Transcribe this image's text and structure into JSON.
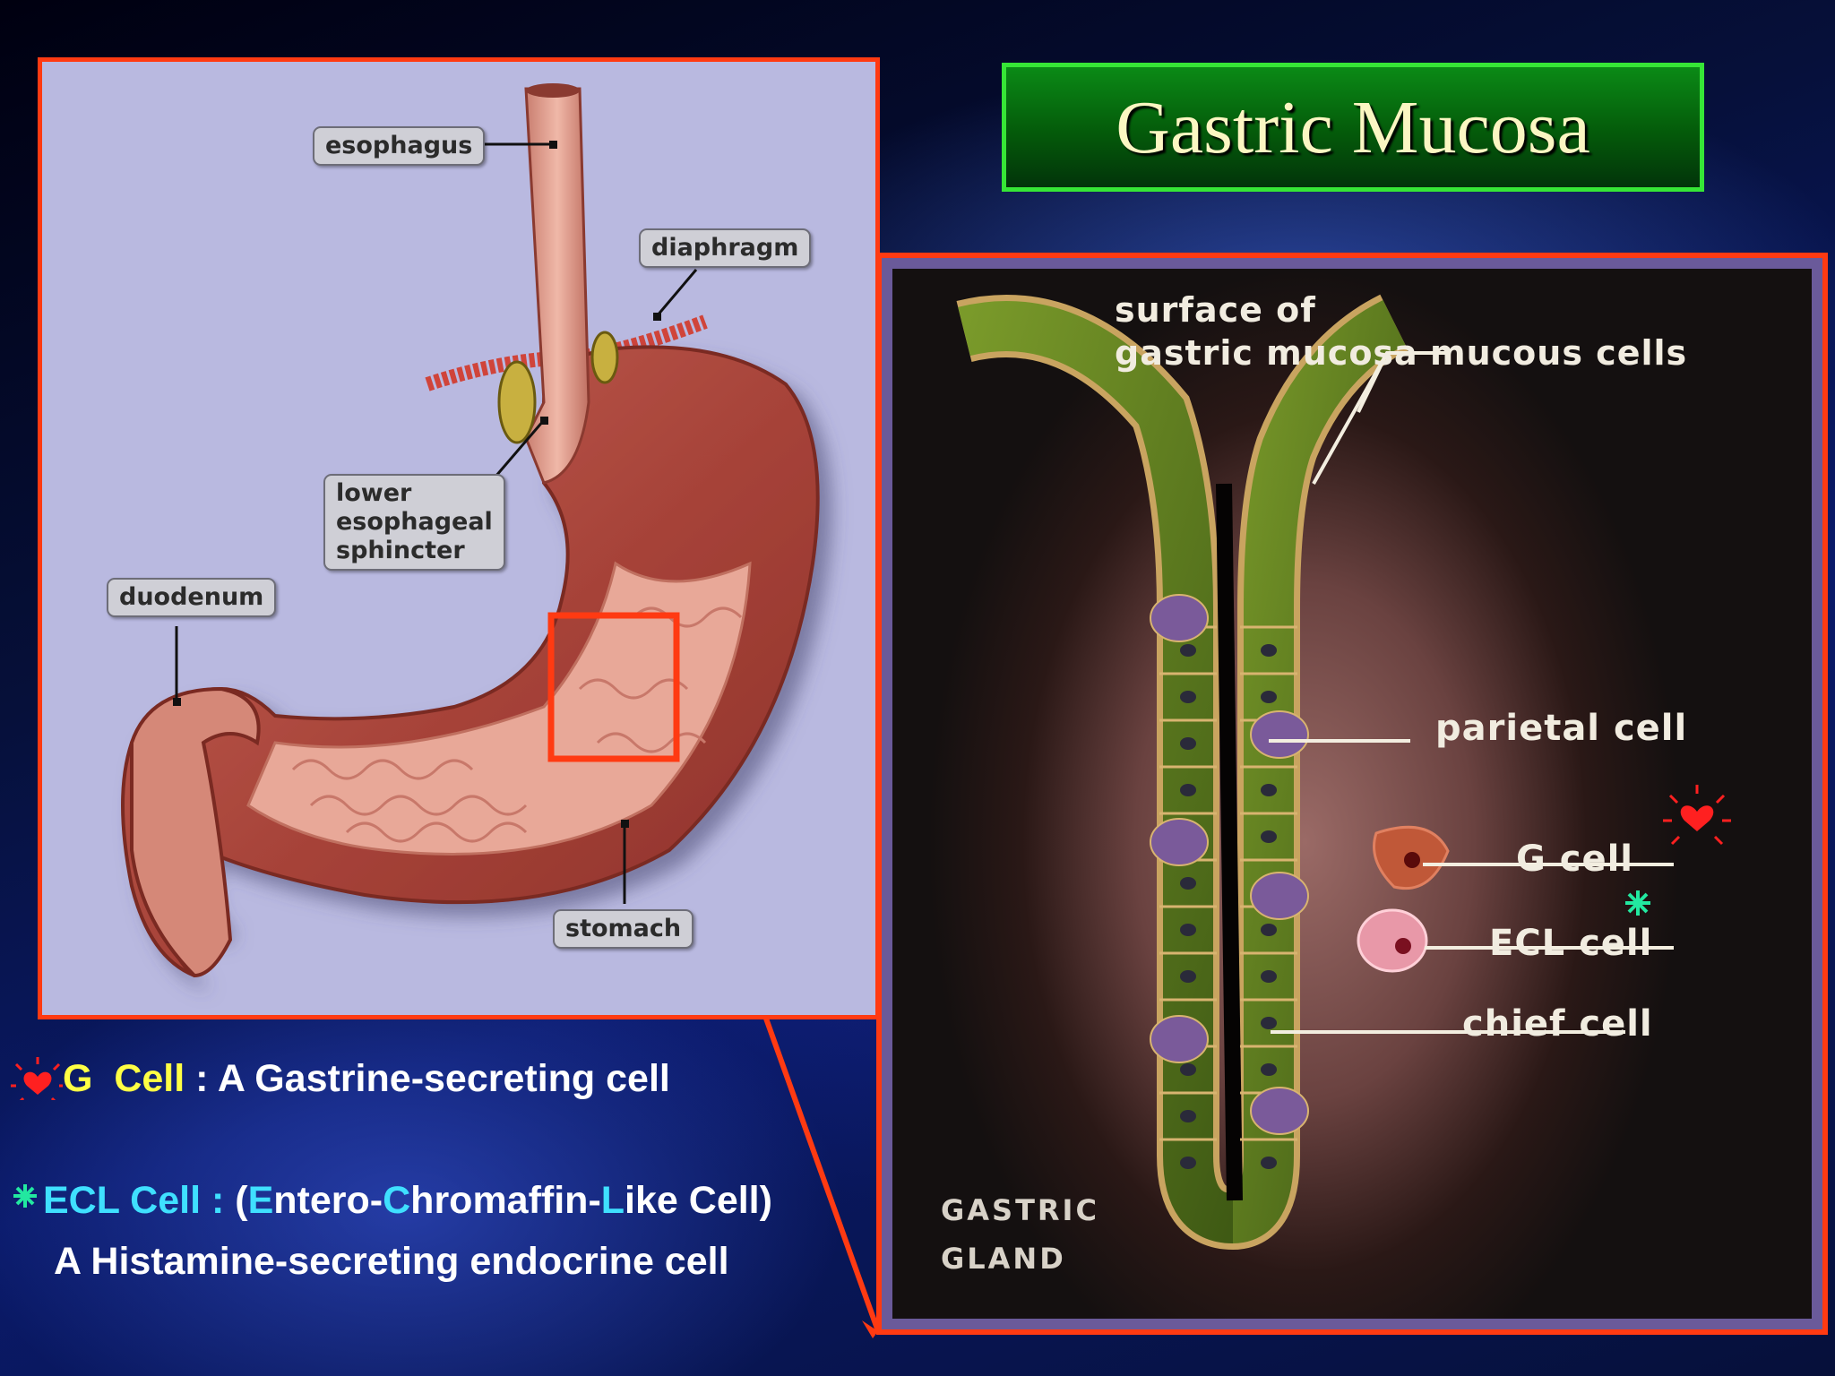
{
  "title": "Gastric Mucosa",
  "stomach_labels": {
    "esophagus": "esophagus",
    "diaphragm": "diaphragm",
    "lower_esophageal_sphincter": "lower\nesophageal\nsphincter",
    "duodenum": "duodenum",
    "stomach": "stomach"
  },
  "gland_labels": {
    "surface": "surface of\ngastric mucosa",
    "mucous_cells": "mucous cells",
    "parietal_cell": "parietal cell",
    "g_cell": "G cell",
    "ecl_cell": "ECL cell",
    "chief_cell": "chief cell",
    "caption_line1": "GASTRIC",
    "caption_line2": "GLAND"
  },
  "legend": {
    "g_cell_name": "G  Cell",
    "g_cell_sep": " : ",
    "g_cell_desc": "A Gastrine-secreting cell",
    "ecl_name": "ECL Cell :",
    "ecl_open": " (",
    "ecl_e": "E",
    "ecl_ntero": "ntero-",
    "ecl_c": "C",
    "ecl_hromaffin": "hromaffin-",
    "ecl_l": "L",
    "ecl_ike": "ike Cell)",
    "ecl_desc": "A Histamine-secreting endocrine cell"
  },
  "colors": {
    "frame_red": "#ff3a12",
    "title_green": "#36e636",
    "legend_yellow": "#ffff44",
    "legend_cyan": "#3fe0ff",
    "ecl_marker": "#22e8a0",
    "g_marker": "#ff2020"
  },
  "icons": [
    "red-starburst-heart-icon",
    "green-asterisk-icon"
  ]
}
